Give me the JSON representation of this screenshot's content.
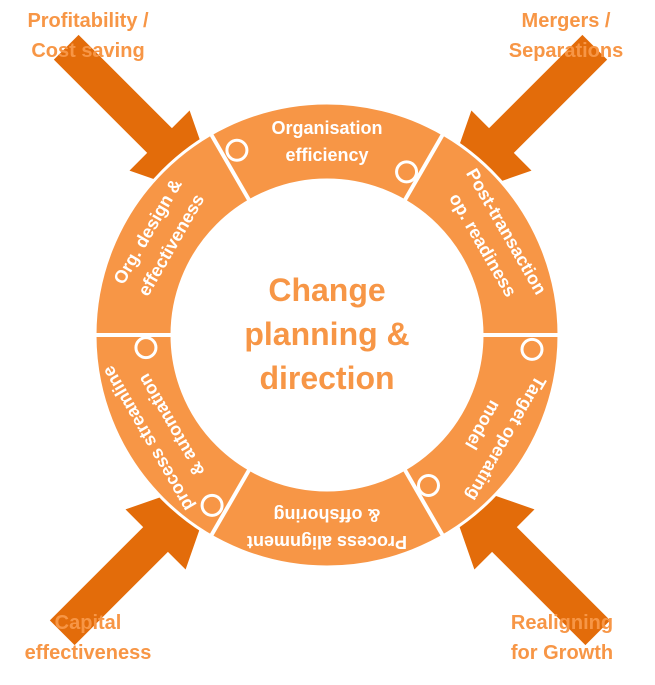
{
  "center": {
    "lines": [
      "Change",
      "planning &",
      "direction"
    ]
  },
  "segments": [
    {
      "id": "organisation-efficiency",
      "lines": [
        "Organisation",
        "efficiency"
      ]
    },
    {
      "id": "post-transaction-readiness",
      "lines": [
        "Post-transaction",
        "op. readiness"
      ]
    },
    {
      "id": "target-operating-model",
      "lines": [
        "Target operating",
        "model"
      ]
    },
    {
      "id": "process-alignment-offshoring",
      "lines": [
        "Process alignment",
        "& offshoring"
      ]
    },
    {
      "id": "process-streamline-automation",
      "lines": [
        "process streamline",
        "& automation"
      ]
    },
    {
      "id": "org-design-effectiveness",
      "lines": [
        "Org. design &",
        "effectiveness"
      ]
    }
  ],
  "drivers": {
    "top_left": {
      "line1": "Profitability /",
      "line2": "Cost saving"
    },
    "top_right": {
      "line1": "Mergers /",
      "line2": "Separations"
    },
    "bottom_left": {
      "line1": "Capital",
      "line2": "effectiveness"
    },
    "bottom_right": {
      "line1": "Realigning",
      "line2": "for Growth"
    }
  },
  "colors": {
    "arrow": "#e36c0a",
    "ring": "#f79646",
    "ring_border": "#ffffff",
    "text_light": "#ffffff",
    "text_accent": "#f79646"
  }
}
